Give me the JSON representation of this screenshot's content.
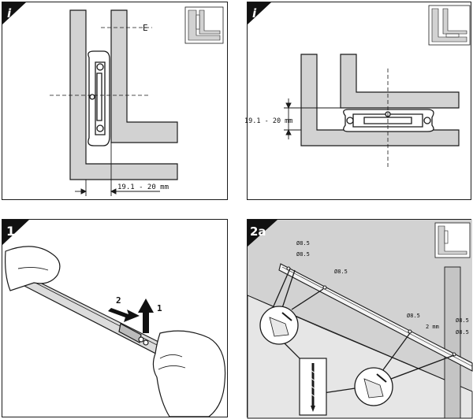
{
  "panels": [
    {
      "badge": "i",
      "dimension": "19.1 - 20 mm",
      "axis_label": "E"
    },
    {
      "badge": "i",
      "dimension": "19.1 - 20 mm"
    },
    {
      "badge": "1",
      "step_push": "2",
      "step_lift": "1"
    },
    {
      "badge": "2a",
      "hole_label": "Ø8.5",
      "offset_label": "2 mm"
    }
  ],
  "colors": {
    "wall": "#d2d2d2",
    "line": "#1a1a1a",
    "floor": "#e6e6e6"
  }
}
